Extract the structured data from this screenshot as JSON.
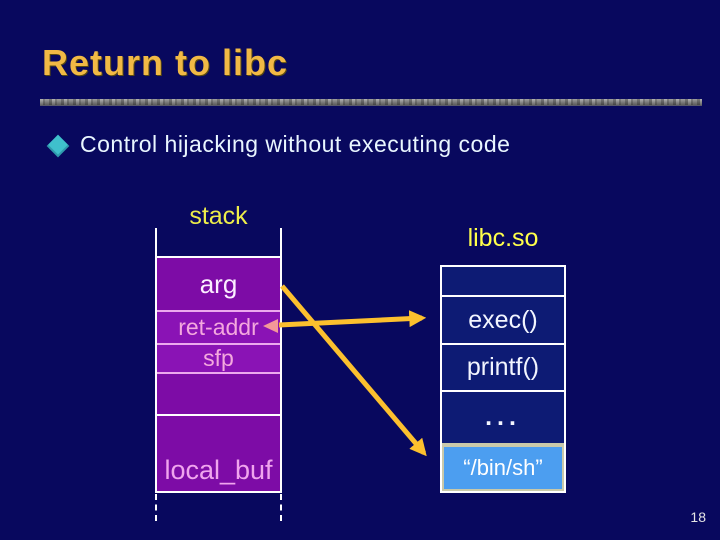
{
  "slide": {
    "title": "Return to libc",
    "bullet_text": "Control hijacking without executing code",
    "page_number": "18"
  },
  "diagram": {
    "stack_label": "stack",
    "libc_label": "libc.so",
    "stack_cells": {
      "arg": "arg",
      "ret_addr": "ret-addr",
      "sfp": "sfp",
      "empty": "",
      "local_buf": "local_buf"
    },
    "libc_cells": {
      "empty": "",
      "exec": "exec()",
      "printf": "printf()",
      "dots": "...",
      "binsh": "“/bin/sh”"
    },
    "arrows": [
      {
        "name": "ret-addr-to-exec",
        "from": "ret-addr",
        "to": "exec()"
      },
      {
        "name": "arg-to-binsh",
        "from": "arg",
        "to": "“/bin/sh”"
      }
    ]
  },
  "colors": {
    "background": "#08085E",
    "title": "#F1B945",
    "bullet_diamond": "#3FC0CC",
    "bullet_text": "#E9F6FF",
    "stack_label": "#EDED4A",
    "libc_label": "#FFFF4A",
    "stack_fill": "#7D0CA6",
    "stack_fill_light": "#8A13B5",
    "stack_text_pink": "#F4A8DE",
    "libc_cell_fill": "#0D1B74",
    "binsh_fill": "#4C9EF0",
    "binsh_border": "#C9C9AA",
    "arrow_yellow": "#FCC02E",
    "back_arrowhead_pink": "#F49898"
  }
}
